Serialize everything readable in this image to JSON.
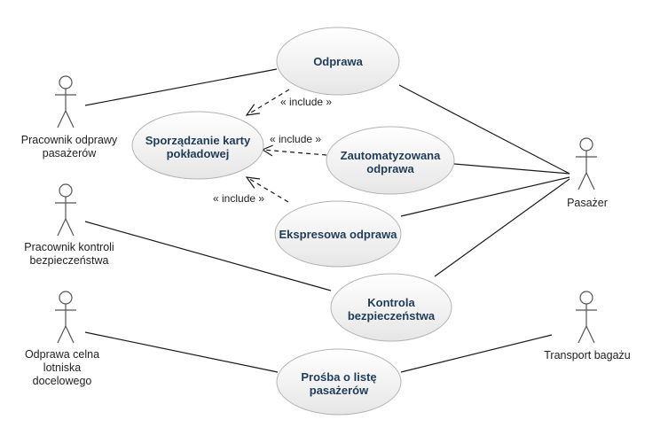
{
  "actors": {
    "pracownik_odprawy": [
      "Pracownik odprawy",
      "pasażerów"
    ],
    "pracownik_kontroli": [
      "Pracownik kontroli",
      "bezpieczeństwa"
    ],
    "odprawa_celna": [
      "Odprawa celna",
      "lotniska",
      "docelowego"
    ],
    "pasazer": [
      "Pasażer"
    ],
    "transport": [
      "Transport bagażu"
    ]
  },
  "use_cases": {
    "odprawa": [
      "Odprawa"
    ],
    "sporzadzanie": [
      "Sporządzanie karty",
      "pokładowej"
    ],
    "zautomatyzowana": [
      "Zautomatyzowana",
      "odprawa"
    ],
    "ekspresowa": [
      "Ekspresowa odprawa"
    ],
    "kontrola": [
      "Kontrola",
      "bezpieczeństwa"
    ],
    "prosba": [
      "Prośba o listę",
      "pasażerów"
    ]
  },
  "relations": {
    "include_1": "« include »",
    "include_2": "« include »",
    "include_3": "« include »"
  }
}
